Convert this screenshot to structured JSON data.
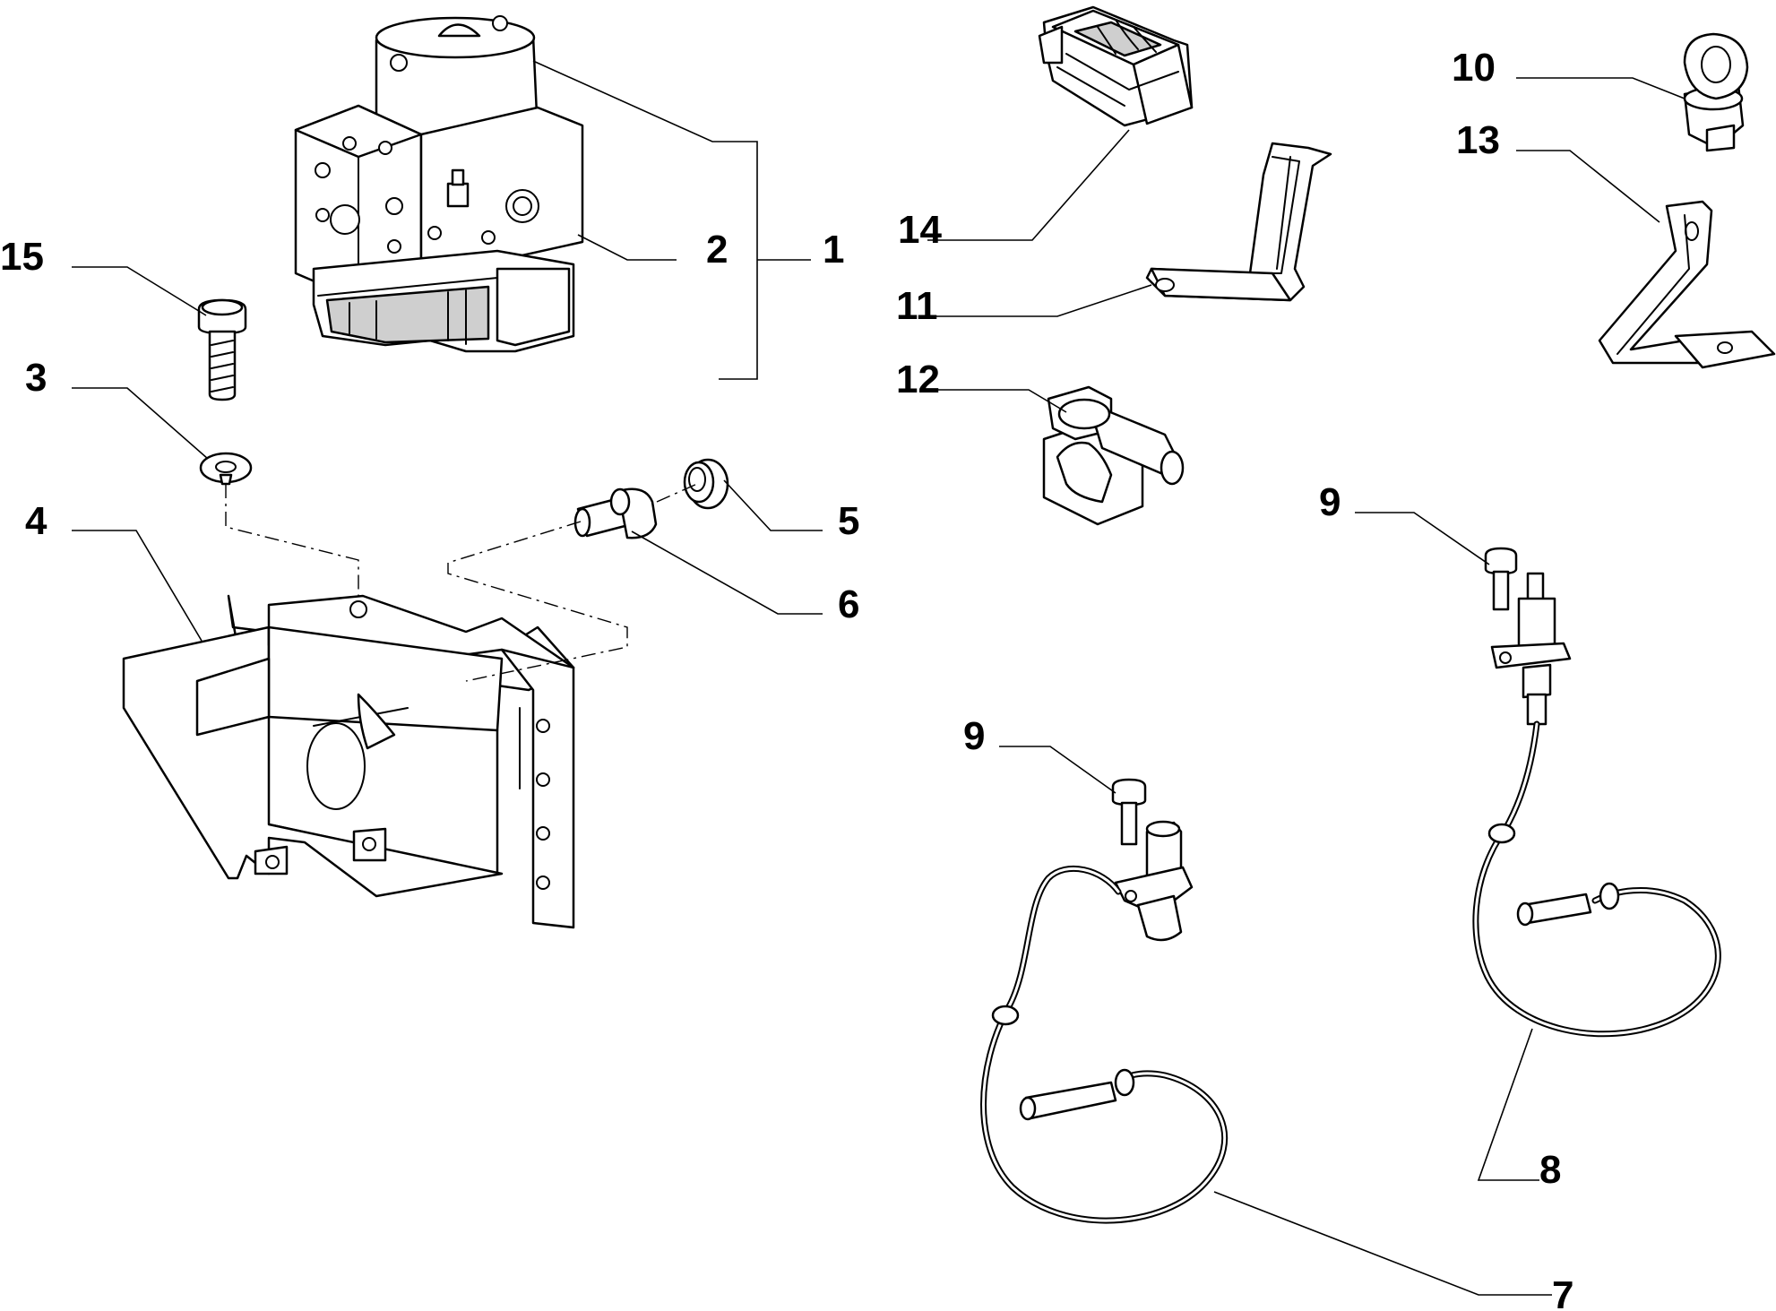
{
  "callouts": [
    {
      "id": "c1",
      "label": "1"
    },
    {
      "id": "c2",
      "label": "2"
    },
    {
      "id": "c3",
      "label": "3"
    },
    {
      "id": "c4",
      "label": "4"
    },
    {
      "id": "c5",
      "label": "5"
    },
    {
      "id": "c6",
      "label": "6"
    },
    {
      "id": "c7",
      "label": "7"
    },
    {
      "id": "c8",
      "label": "8"
    },
    {
      "id": "c9a",
      "label": "9"
    },
    {
      "id": "c9b",
      "label": "9"
    },
    {
      "id": "c10",
      "label": "10"
    },
    {
      "id": "c11",
      "label": "11"
    },
    {
      "id": "c12",
      "label": "12"
    },
    {
      "id": "c13",
      "label": "13"
    },
    {
      "id": "c14",
      "label": "14"
    },
    {
      "id": "c15",
      "label": "15"
    }
  ]
}
